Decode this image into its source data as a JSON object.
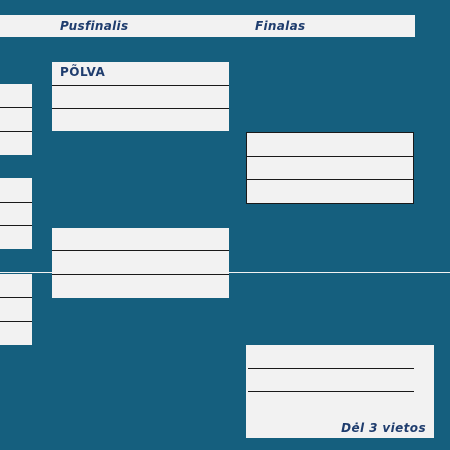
{
  "headers": {
    "semifinal": "Pusfinalis",
    "final": "Finalas"
  },
  "semifinal_top": {
    "team": "PÕLVA"
  },
  "third_place": {
    "label": "Dėl 3 vietos"
  }
}
